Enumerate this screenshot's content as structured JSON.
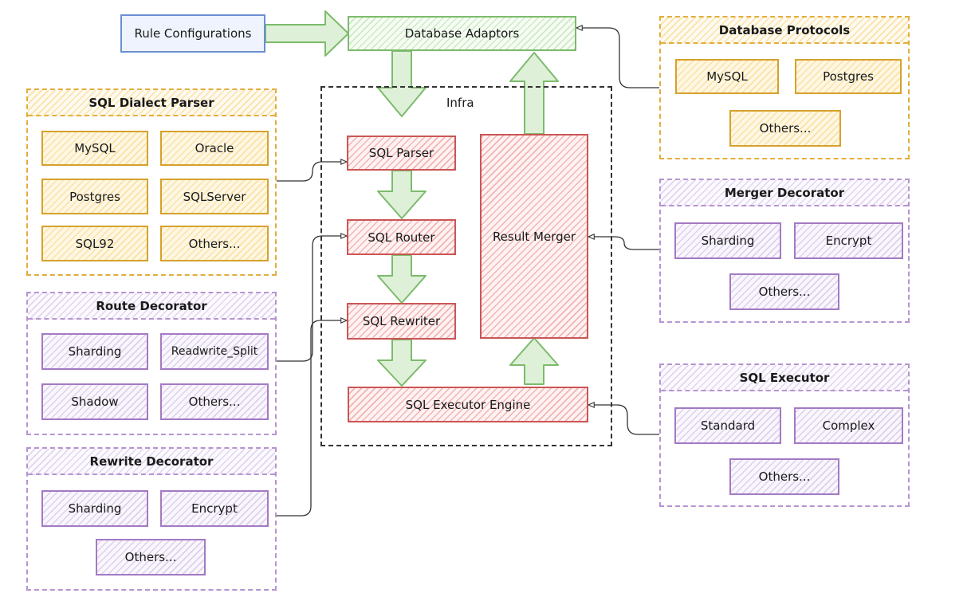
{
  "rule_configurations": "Rule Configurations",
  "database_adaptors": "Database Adaptors",
  "infra": {
    "label": "Infra",
    "sql_parser": "SQL Parser",
    "sql_router": "SQL Router",
    "sql_rewriter": "SQL Rewriter",
    "sql_executor_engine": "SQL Executor Engine",
    "result_merger": "Result Merger"
  },
  "database_protocols": {
    "title": "Database Protocols",
    "items": [
      "MySQL",
      "Postgres",
      "Others..."
    ]
  },
  "sql_dialect_parser": {
    "title": "SQL Dialect Parser",
    "items": [
      "MySQL",
      "Oracle",
      "Postgres",
      "SQLServer",
      "SQL92",
      "Others..."
    ]
  },
  "route_decorator": {
    "title": "Route Decorator",
    "items": [
      "Sharding",
      "Readwrite_Split",
      "Shadow",
      "Others..."
    ]
  },
  "rewrite_decorator": {
    "title": "Rewrite Decorator",
    "items": [
      "Sharding",
      "Encrypt",
      "Others..."
    ]
  },
  "merger_decorator": {
    "title": "Merger Decorator",
    "items": [
      "Sharding",
      "Encrypt",
      "Others..."
    ]
  },
  "sql_executor": {
    "title": "SQL Executor",
    "items": [
      "Standard",
      "Complex",
      "Others..."
    ]
  },
  "colors": {
    "orange": "#d6a12c",
    "purple": "#a37ac4",
    "red": "#cc5555",
    "green": "#7cbb6c",
    "blue": "#6b8fd0"
  }
}
